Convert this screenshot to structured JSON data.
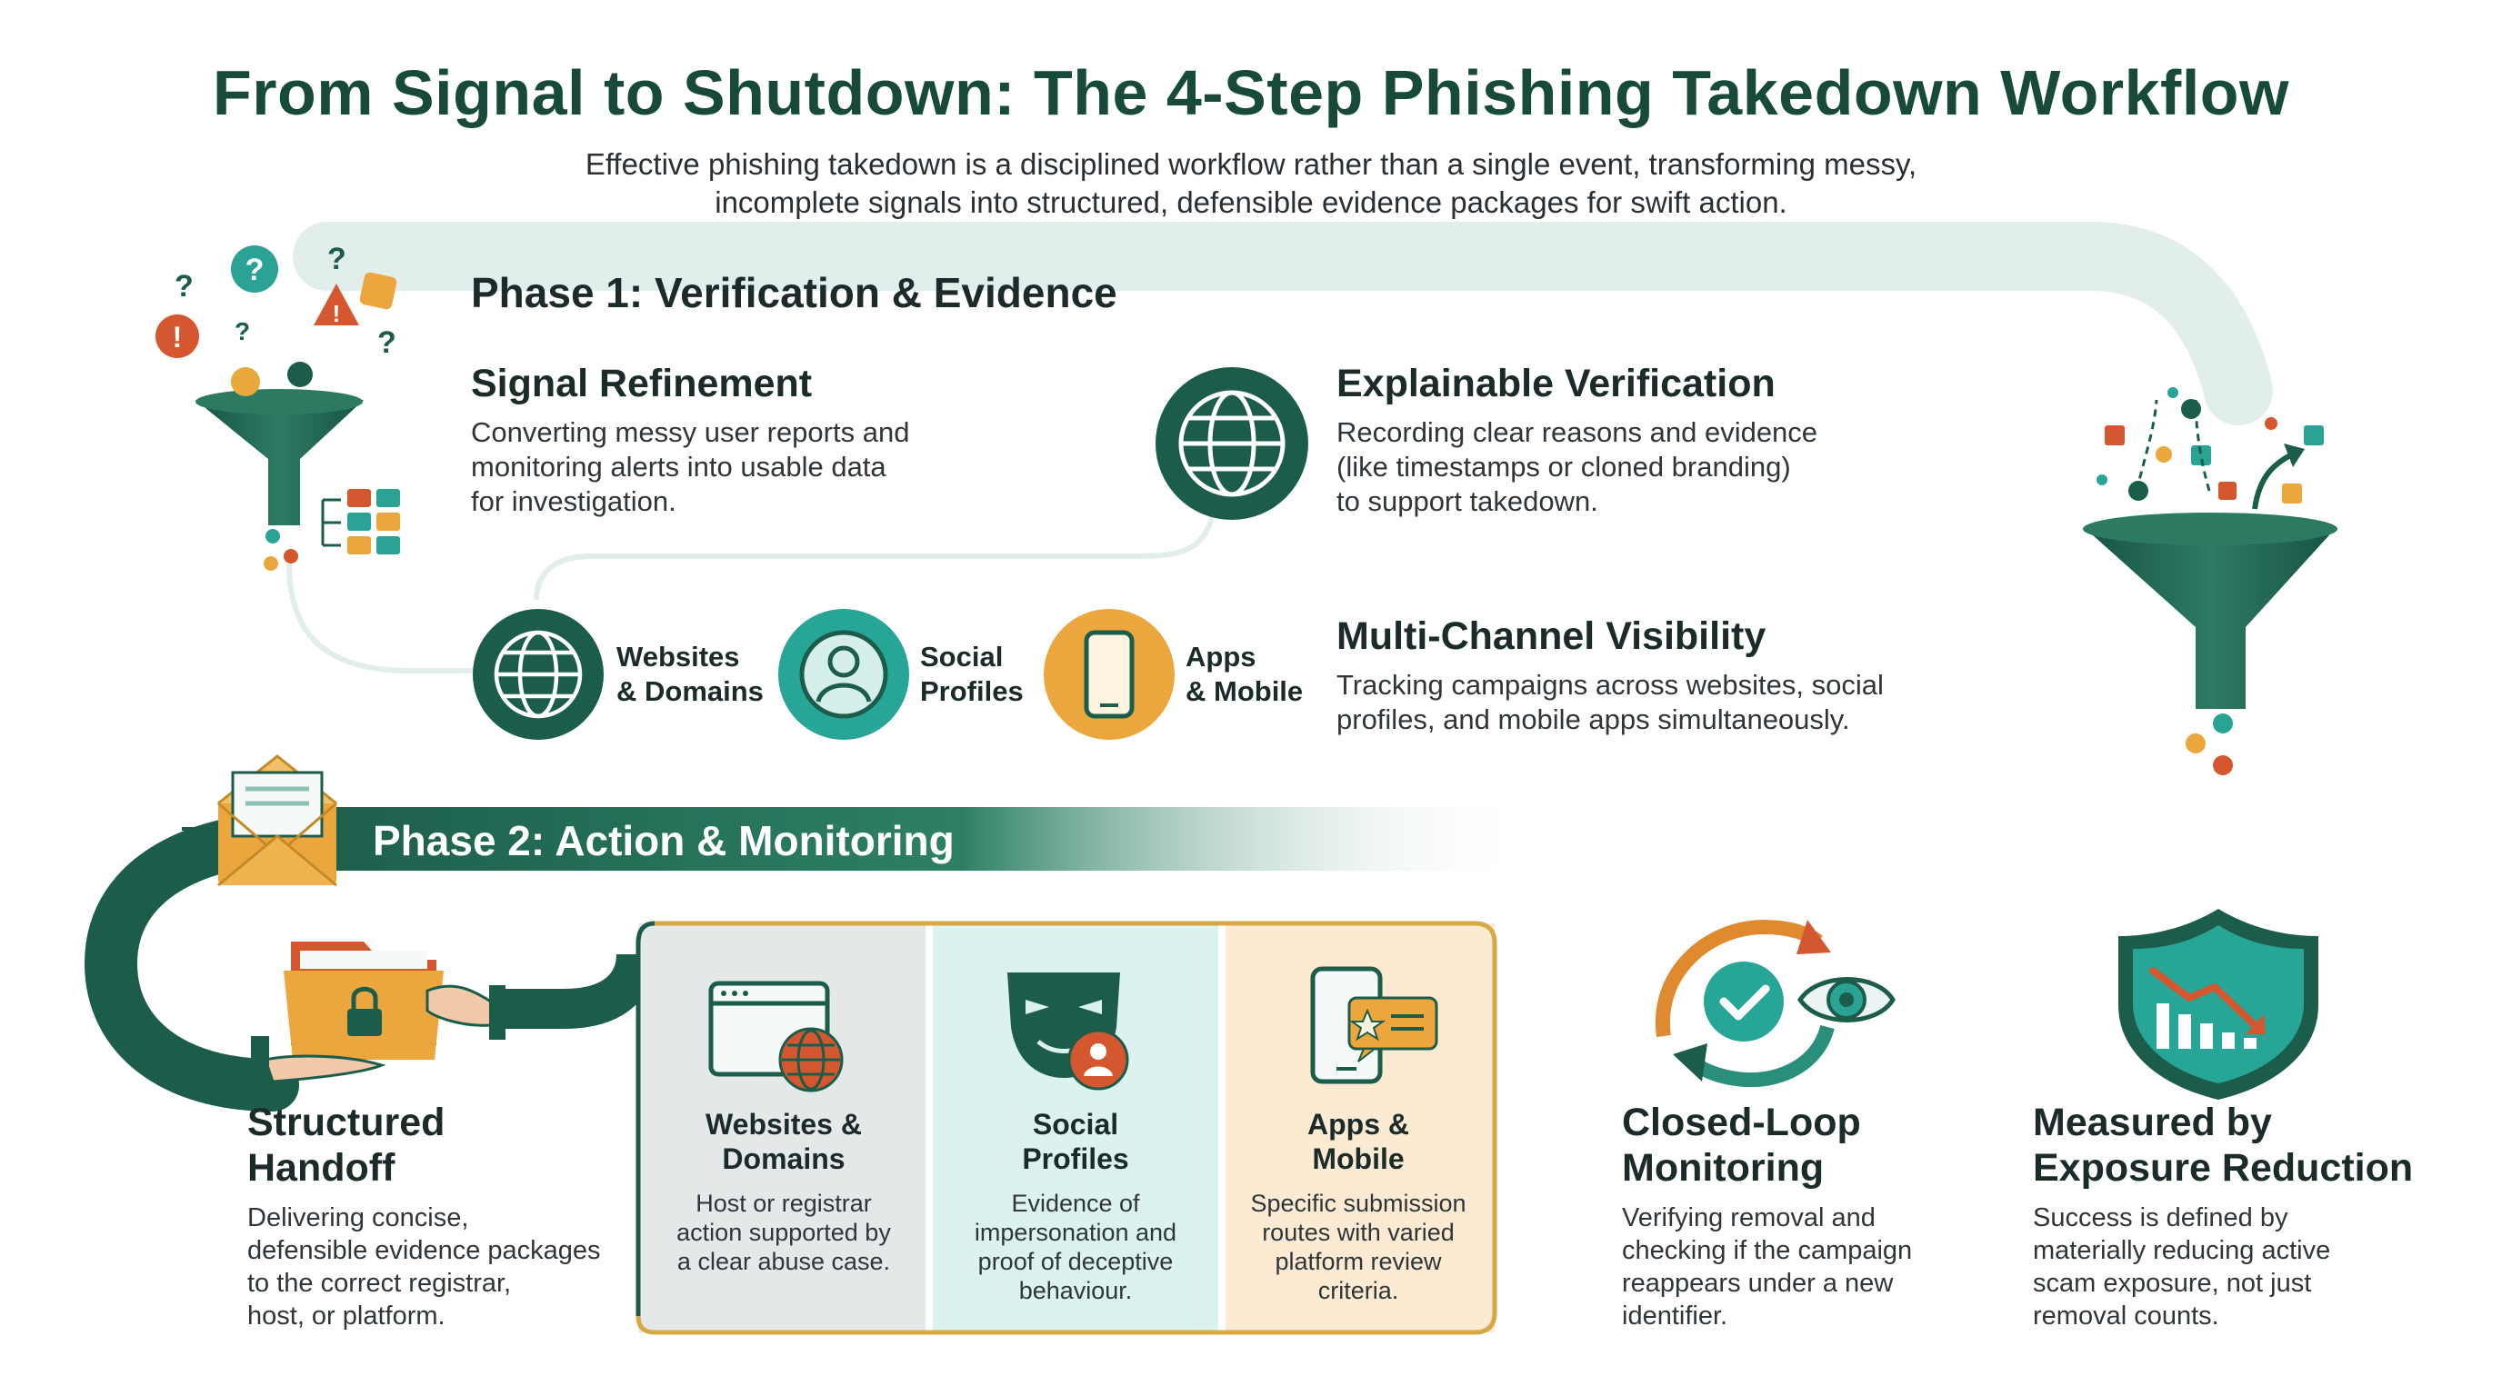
{
  "header": {
    "title": "From Signal to Shutdown: The 4-Step Phishing Takedown Workflow",
    "subtitle_line1": "Effective phishing takedown is a disciplined workflow rather than a single event, transforming messy,",
    "subtitle_line2": "incomplete signals into structured, defensible evidence packages for swift action."
  },
  "phase1": {
    "title": "Phase 1: Verification & Evidence",
    "signal_refinement": {
      "heading": "Signal Refinement",
      "lines": [
        "Converting messy user reports and",
        "monitoring alerts into usable data",
        "for investigation."
      ]
    },
    "explainable_verification": {
      "heading": "Explainable Verification",
      "lines": [
        "Recording clear reasons and evidence",
        "(like timestamps or cloned branding)",
        "to support takedown."
      ]
    },
    "channels": [
      {
        "line1": "Websites",
        "line2": "& Domains"
      },
      {
        "line1": "Social",
        "line2": "Profiles"
      },
      {
        "line1": "Apps",
        "line2": "& Mobile"
      }
    ],
    "multi_channel": {
      "heading": "Multi-Channel Visibility",
      "lines": [
        "Tracking campaigns across websites, social",
        "profiles, and mobile apps simultaneously."
      ]
    }
  },
  "phase2": {
    "title": "Phase 2: Action & Monitoring",
    "handoff": {
      "heading_line1": "Structured",
      "heading_line2": "Handoff",
      "lines": [
        "Delivering concise,",
        "defensible evidence packages",
        "to the correct registrar,",
        "host, or platform."
      ]
    },
    "columns": [
      {
        "heading_line1": "Websites &",
        "heading_line2": "Domains",
        "lines": [
          "Host or registrar",
          "action supported by",
          "a clear abuse case."
        ]
      },
      {
        "heading_line1": "Social",
        "heading_line2": "Profiles",
        "lines": [
          "Evidence of",
          "impersonation and",
          "proof of deceptive",
          "behaviour."
        ]
      },
      {
        "heading_line1": "Apps &",
        "heading_line2": "Mobile",
        "lines": [
          "Specific submission",
          "routes with varied",
          "platform review",
          "criteria."
        ]
      }
    ],
    "closed_loop": {
      "heading_line1": "Closed-Loop",
      "heading_line2": "Monitoring",
      "lines": [
        "Verifying removal and",
        "checking if the campaign",
        "reappears under a new",
        "identifier."
      ]
    },
    "measured": {
      "heading_line1": "Measured by",
      "heading_line2": "Exposure Reduction",
      "lines": [
        "Success is defined by",
        "materially reducing active",
        "scam exposure, not just",
        "removal counts."
      ]
    }
  },
  "icons": {
    "alert": "!",
    "question": "?"
  },
  "colors": {
    "dark_green": "#1c5c4a",
    "teal": "#27a596",
    "amber": "#eba73d",
    "orange_red": "#d4572f",
    "mint_band": "#e2eeec"
  }
}
